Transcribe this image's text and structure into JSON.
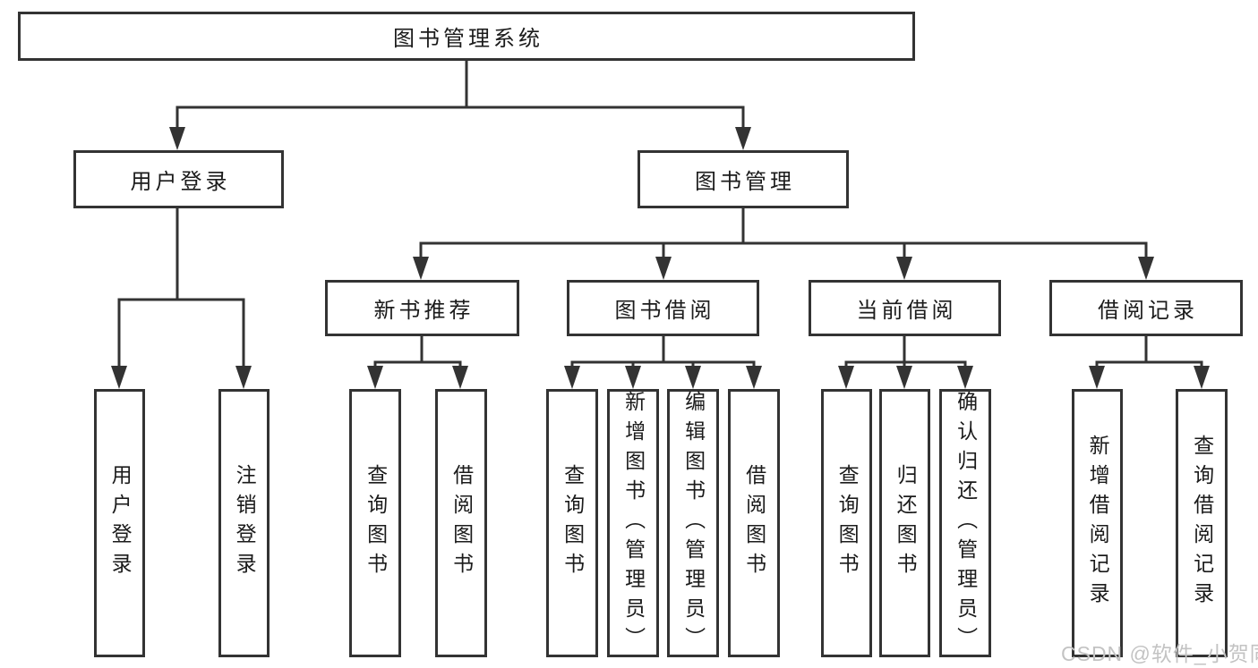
{
  "diagram": {
    "root": {
      "label": "图书管理系统"
    },
    "level2": [
      {
        "label": "用户登录"
      },
      {
        "label": "图书管理"
      }
    ],
    "level3": [
      {
        "label": "新书推荐",
        "parent": "图书管理"
      },
      {
        "label": "图书借阅",
        "parent": "图书管理"
      },
      {
        "label": "当前借阅",
        "parent": "图书管理"
      },
      {
        "label": "借阅记录",
        "parent": "图书管理"
      }
    ],
    "leaves": [
      {
        "label": "用户登录",
        "parent": "用户登录"
      },
      {
        "label": "注销登录",
        "parent": "用户登录"
      },
      {
        "label": "查询图书",
        "parent": "新书推荐"
      },
      {
        "label": "借阅图书",
        "parent": "新书推荐"
      },
      {
        "label": "查询图书",
        "parent": "图书借阅"
      },
      {
        "label": "新增图书（管理员）",
        "parent": "图书借阅"
      },
      {
        "label": "编辑图书（管理员）",
        "parent": "图书借阅"
      },
      {
        "label": "借阅图书",
        "parent": "图书借阅"
      },
      {
        "label": "查询图书",
        "parent": "当前借阅"
      },
      {
        "label": "归还图书",
        "parent": "当前借阅"
      },
      {
        "label": "确认归还（管理员）",
        "parent": "当前借阅"
      },
      {
        "label": "新增借阅记录",
        "parent": "借阅记录"
      },
      {
        "label": "查询借阅记录",
        "parent": "借阅记录"
      }
    ]
  },
  "watermark": "CSDN @软件_小贺同学",
  "colors": {
    "line": "#333333",
    "text": "#1b1b1b",
    "watermark": "#c3c3c3",
    "background": "#ffffff"
  }
}
